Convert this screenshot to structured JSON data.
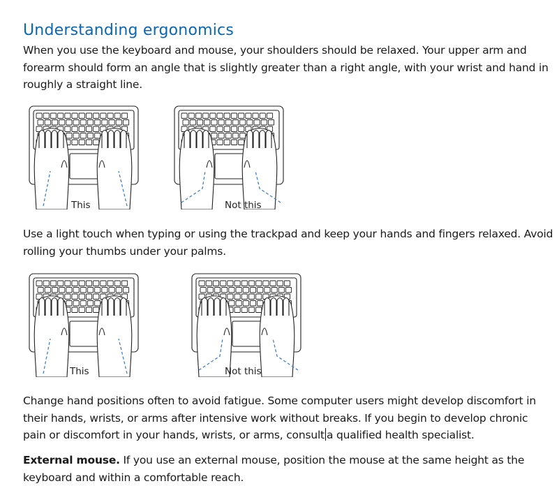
{
  "heading": "Understanding ergonomics",
  "para1": "When you use the keyboard and mouse, your shoulders should be relaxed. Your upper arm and forearm should form an angle that is slightly greater than a right angle, with your wrist and hand in roughly a straight line.",
  "para2": "Use a light touch when typing or using the trackpad and keep your hands and fingers relaxed. Avoid rolling your thumbs under your palms.",
  "para3_before": "Change hand positions often to avoid fatigue. Some computer users might develop discomfort in their hands, wrists, or arms after intensive work without breaks. If you begin to develop chronic pain or discomfort in your hands, wrists, or arms, consult",
  "para3_after": "a qualified health specialist.",
  "para4_bold": "External mouse.",
  "para4_rest": " If you use an external mouse, position the mouse at the same height as the keyboard and within a comfortable reach.",
  "figures": [
    {
      "caption": "This"
    },
    {
      "caption": "Not this"
    },
    {
      "caption": "This"
    },
    {
      "caption": "Not this"
    }
  ],
  "colors": {
    "heading": "#0a67b5",
    "guide_line": "#3d7fd6"
  }
}
